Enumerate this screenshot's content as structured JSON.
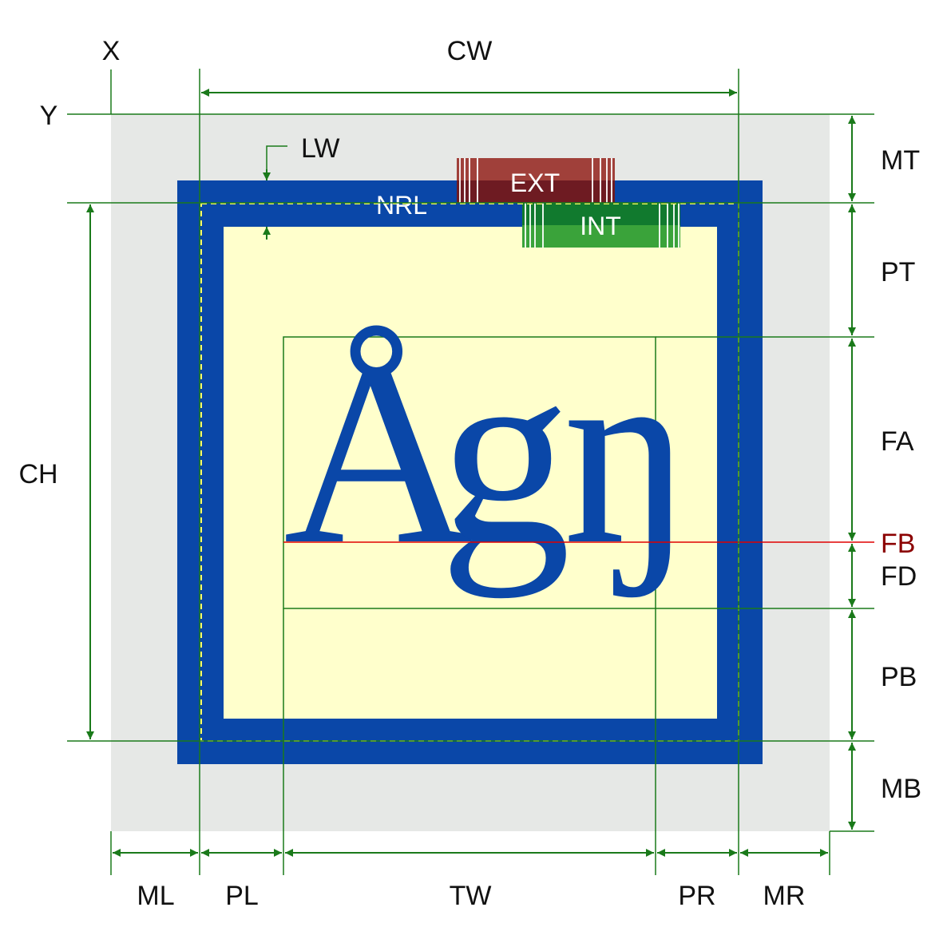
{
  "labels": {
    "x": "X",
    "y": "Y",
    "cw": "CW",
    "ch": "CH",
    "lw": "LW",
    "mt": "MT",
    "pt": "PT",
    "fa": "FA",
    "fb": "FB",
    "fd": "FD",
    "pb": "PB",
    "mb": "MB",
    "ml": "ML",
    "pl": "PL",
    "tw": "TW",
    "pr": "PR",
    "mr": "MR",
    "ext": "EXT",
    "int": "INT",
    "nrl": "NRL"
  },
  "glyphs": {
    "a_ring": "Å",
    "g": "g",
    "eng": "ŋ"
  },
  "colors": {
    "margin_area": "#e6e8e6",
    "border": "#0a47a8",
    "content": "#ffffcc",
    "dimension": "#1a7a1a",
    "baseline": "#e00000",
    "fb_label": "#8b0000",
    "ext_top": "#a0403a",
    "ext_bottom": "#6e1b22",
    "int_top": "#117a2e",
    "int_bottom": "#3aa33a",
    "nrl_line": "#ffff66"
  }
}
